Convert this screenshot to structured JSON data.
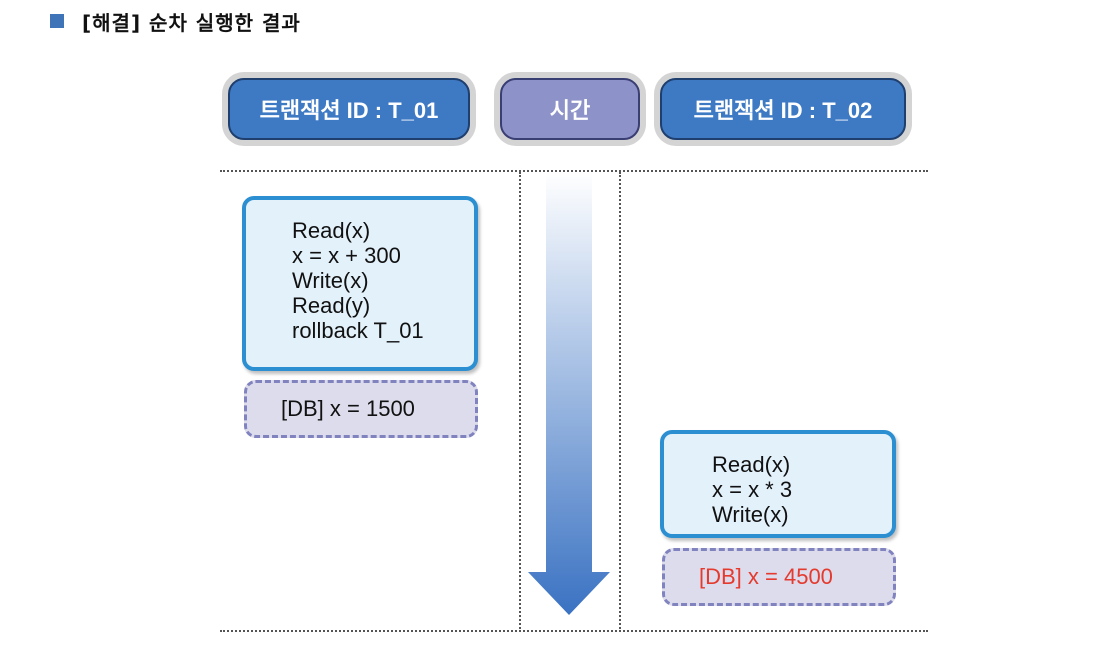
{
  "heading": {
    "text": "[해결] 순차 실행한 결과"
  },
  "headers": {
    "t01": "트랜잭션 ID : T_01",
    "time": "시간",
    "t02": "트랜잭션 ID : T_02"
  },
  "t01": {
    "lines": [
      "Read(x)",
      "x = x + 300",
      "Write(x)",
      "Read(y)",
      "rollback T_01"
    ],
    "db": "[DB] x = 1500"
  },
  "t02": {
    "lines": [
      "Read(x)",
      "x = x * 3",
      "Write(x)"
    ],
    "db": "[DB] x = 4500"
  },
  "colors": {
    "header_blue": "#3e79c4",
    "header_purple": "#8d92c9",
    "code_border": "#2c8fd1",
    "code_fill": "#e3f1fb",
    "db_fill": "#dcdcec",
    "db_border": "#8183bf",
    "db_result_red": "#e53a2e",
    "arrow_top": "#ffffff",
    "arrow_bottom": "#3a72c2"
  }
}
